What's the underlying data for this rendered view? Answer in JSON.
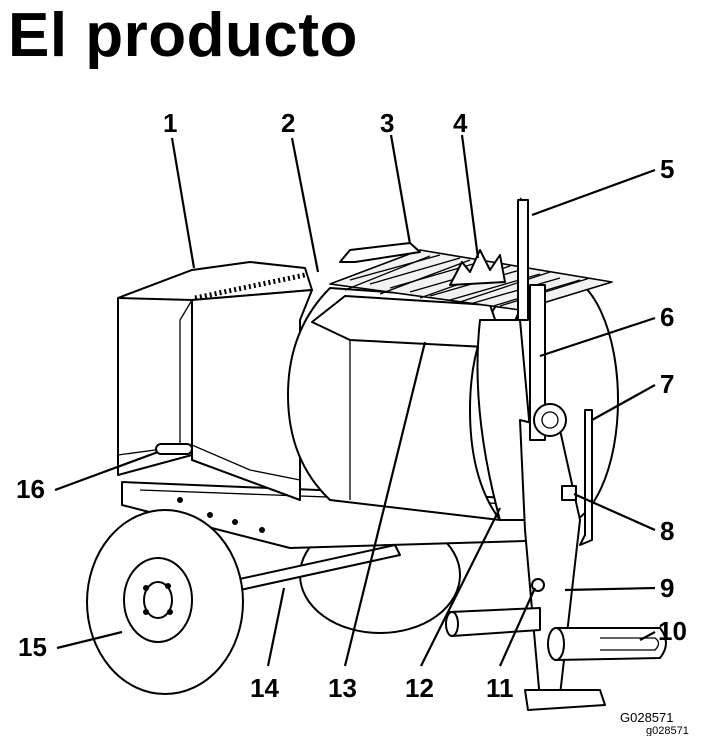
{
  "title": "El producto",
  "callouts": [
    "1",
    "2",
    "3",
    "4",
    "5",
    "6",
    "7",
    "8",
    "9",
    "10",
    "11",
    "12",
    "13",
    "14",
    "15",
    "16"
  ],
  "figure_codes": [
    "G028571",
    "g028571"
  ]
}
